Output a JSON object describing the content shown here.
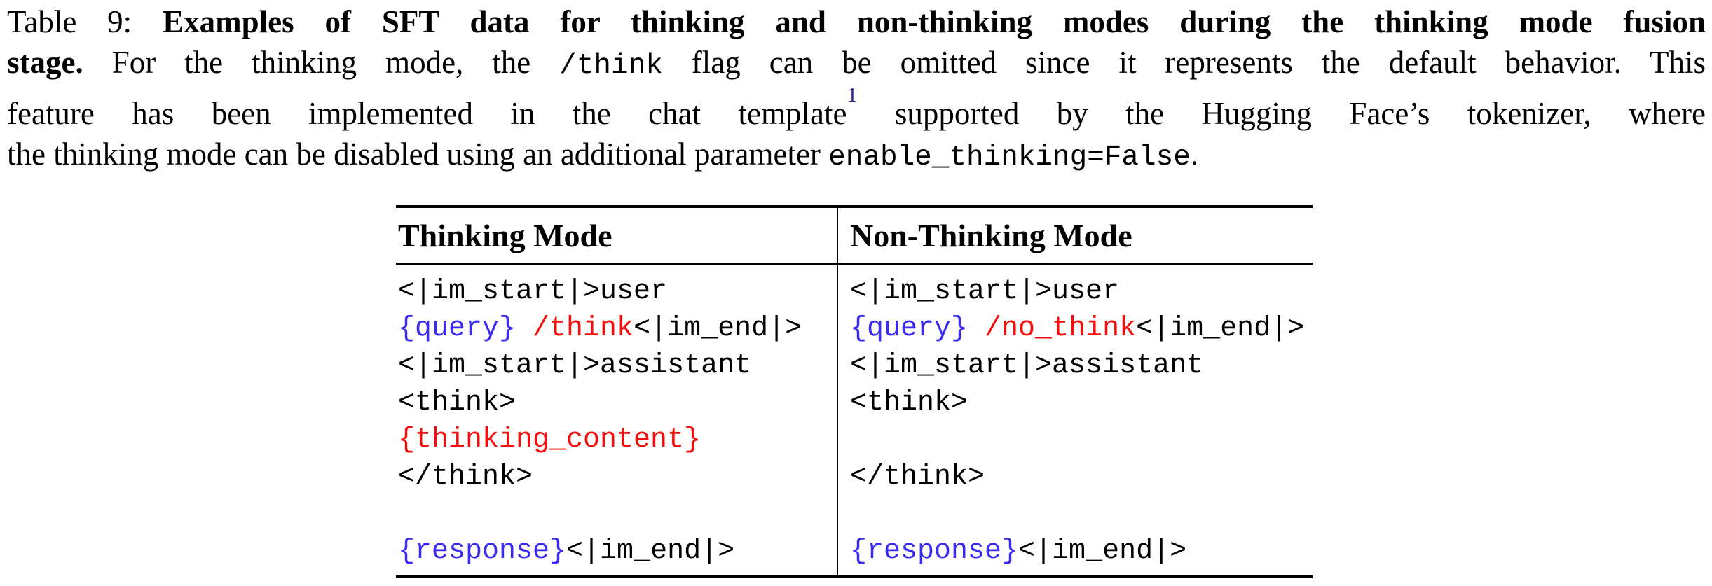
{
  "colors": {
    "text_black": "#000000",
    "code_placeholder_blue": "#3a2bf0",
    "code_flag_red": "#f30d0d",
    "footnote_link_blue": "#2b2b90",
    "rule_black": "#000000",
    "background": "#ffffff"
  },
  "caption": {
    "lines": [
      {
        "seg1": "Table 9: ",
        "seg2": "Examples of SFT data for thinking and non-thinking modes during the thinking mode fusion"
      },
      {
        "seg1": "stage.",
        "seg2": " For the thinking mode, the ",
        "seg3": "/think",
        "seg4": " flag can be omitted since it represents the default behavior. This"
      },
      {
        "seg1": "feature has been implemented in the chat template",
        "seg2": "1",
        "seg3": " supported by the Hugging Face’s tokenizer, where"
      },
      {
        "seg1": "the thinking mode can be disabled using an additional parameter ",
        "seg2": "enable_thinking=False",
        "seg3": "."
      }
    ]
  },
  "table": {
    "header": {
      "col1": "Thinking Mode",
      "col2": "Non-Thinking Mode"
    },
    "thinking_column": {
      "line1": "<|im_start|>user",
      "line2_query": "{query}",
      "line2_flag": " /think",
      "line2_end": "<|im_end|>",
      "line3": "<|im_start|>assistant",
      "line4": "<think>",
      "line5": "{thinking_content}",
      "line6": "</think>",
      "line7": "",
      "line8_response": "{response}",
      "line8_end": "<|im_end|>"
    },
    "non_thinking_column": {
      "line1": "<|im_start|>user",
      "line2_query": "{query}",
      "line2_flag": " /no_think",
      "line2_end": "<|im_end|>",
      "line3": "<|im_start|>assistant",
      "line4": "<think>",
      "line5": "",
      "line6": "</think>",
      "line7": "",
      "line8_response": "{response}",
      "line8_end": "<|im_end|>"
    }
  }
}
